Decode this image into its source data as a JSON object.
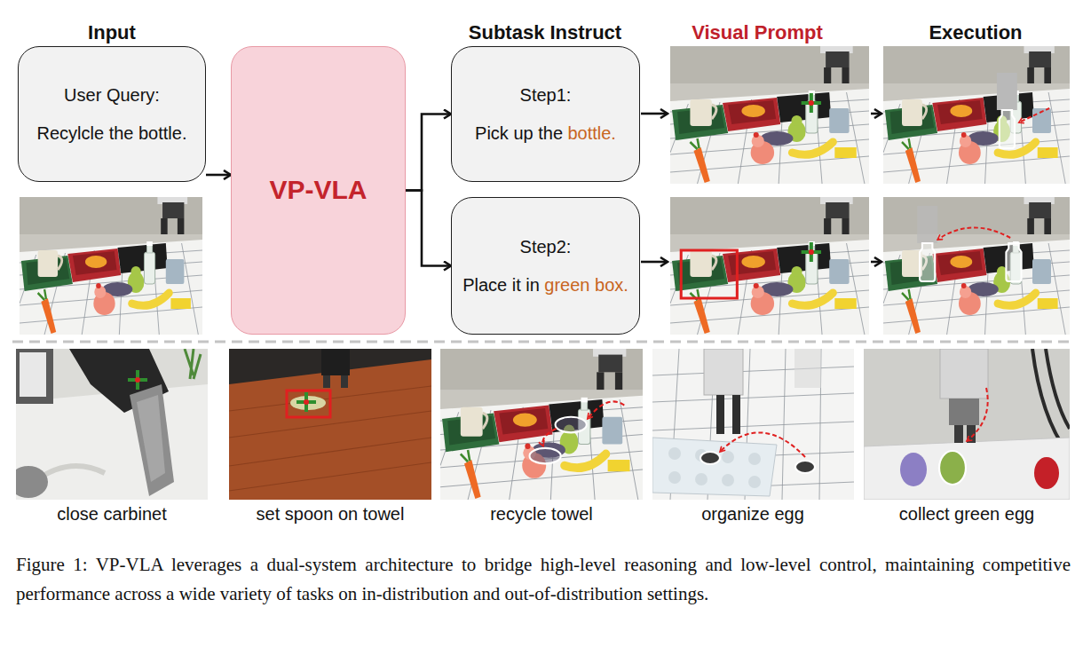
{
  "diagram": {
    "caption": "Figure 1: VP-VLA leverages a dual-system architecture to bridge high-level reasoning and low-level control, maintaining competitive performance across a wide variety of tasks on in-distribution and out-of-distribution settings.",
    "nodes": [
      {
        "text": [
          "User Query:",
          "Recylcle the bottle."
        ]
      },
      {
        "text": [
          "VP-VLA"
        ]
      },
      {
        "text": [
          "Step1:",
          "Pick up the",
          "bottle."
        ]
      },
      {
        "text": [
          "Step2:",
          "Place it in",
          "green box."
        ]
      }
    ],
    "edges": [
      {
        "from": 0,
        "to": 1,
        "arrow": "to"
      },
      {
        "from": 1,
        "to": 2,
        "arrow": "to"
      },
      {
        "from": 1,
        "to": 3,
        "arrow": "to"
      }
    ],
    "labels": [
      "Input",
      "Subtask Instruct",
      "Visual Prompt",
      "Execution",
      "close carbinet",
      "set spoon on towel",
      "recycle towel",
      "organize egg",
      "collect green egg"
    ]
  }
}
